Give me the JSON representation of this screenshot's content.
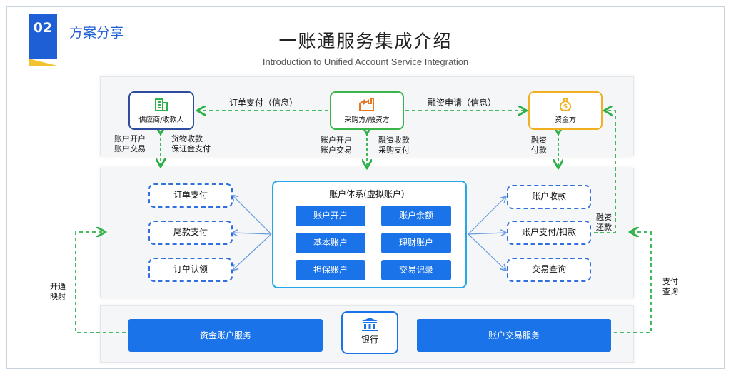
{
  "header": {
    "badge_number": "02",
    "section_title": "方案分享",
    "main_title": "一账通服务集成介绍",
    "subtitle": "Introduction to Unified Account Service Integration"
  },
  "parties": {
    "supplier": {
      "label": "供应商/收款人",
      "icon": "building-icon",
      "color": "#2f4d9e"
    },
    "buyer": {
      "label": "采购方/融资方",
      "icon": "factory-icon",
      "color": "#3bb54a"
    },
    "funder": {
      "label": "资金方",
      "icon": "money-bag-icon",
      "color": "#f0b021"
    }
  },
  "flows": {
    "order_payment_info": "订单支付（信息）",
    "financing_application_info": "融资申请（信息）",
    "supplier_open_l1": "账户开户",
    "supplier_open_l2": "账户交易",
    "goods_receive_l1": "货物收款",
    "goods_receive_l2": "保证金支付",
    "buyer_open_l1": "账户开户",
    "buyer_open_l2": "账户交易",
    "financing_receive_l1": "融资收款",
    "financing_receive_l2": "采购支付",
    "funder_finance_l1": "融资",
    "funder_finance_l2": "付款",
    "repay_l1": "融资",
    "repay_l2": "还款",
    "open_mapping_l1": "开通",
    "open_mapping_l2": "映射",
    "pay_query_l1": "支付",
    "pay_query_l2": "查询"
  },
  "left_functions": [
    "订单支付",
    "尾款支付",
    "订单认领"
  ],
  "right_functions": [
    "账户收款",
    "账户支付/扣款",
    "交易查询"
  ],
  "account_system": {
    "title": "账户体系(虚拟账户）",
    "items": [
      "账户开户",
      "账户余额",
      "基本账户",
      "理财账户",
      "担保账户",
      "交易记录"
    ]
  },
  "bottom": {
    "fund_service": "资金账户服务",
    "bank": "银行",
    "bank_icon": "bank-icon",
    "trade_service": "账户交易服务"
  },
  "colors": {
    "primary_blue": "#1a73e8",
    "flow_green": "#2fb14a",
    "accent_yellow": "#f2c230",
    "dashed_blue": "#2f6fe0"
  }
}
